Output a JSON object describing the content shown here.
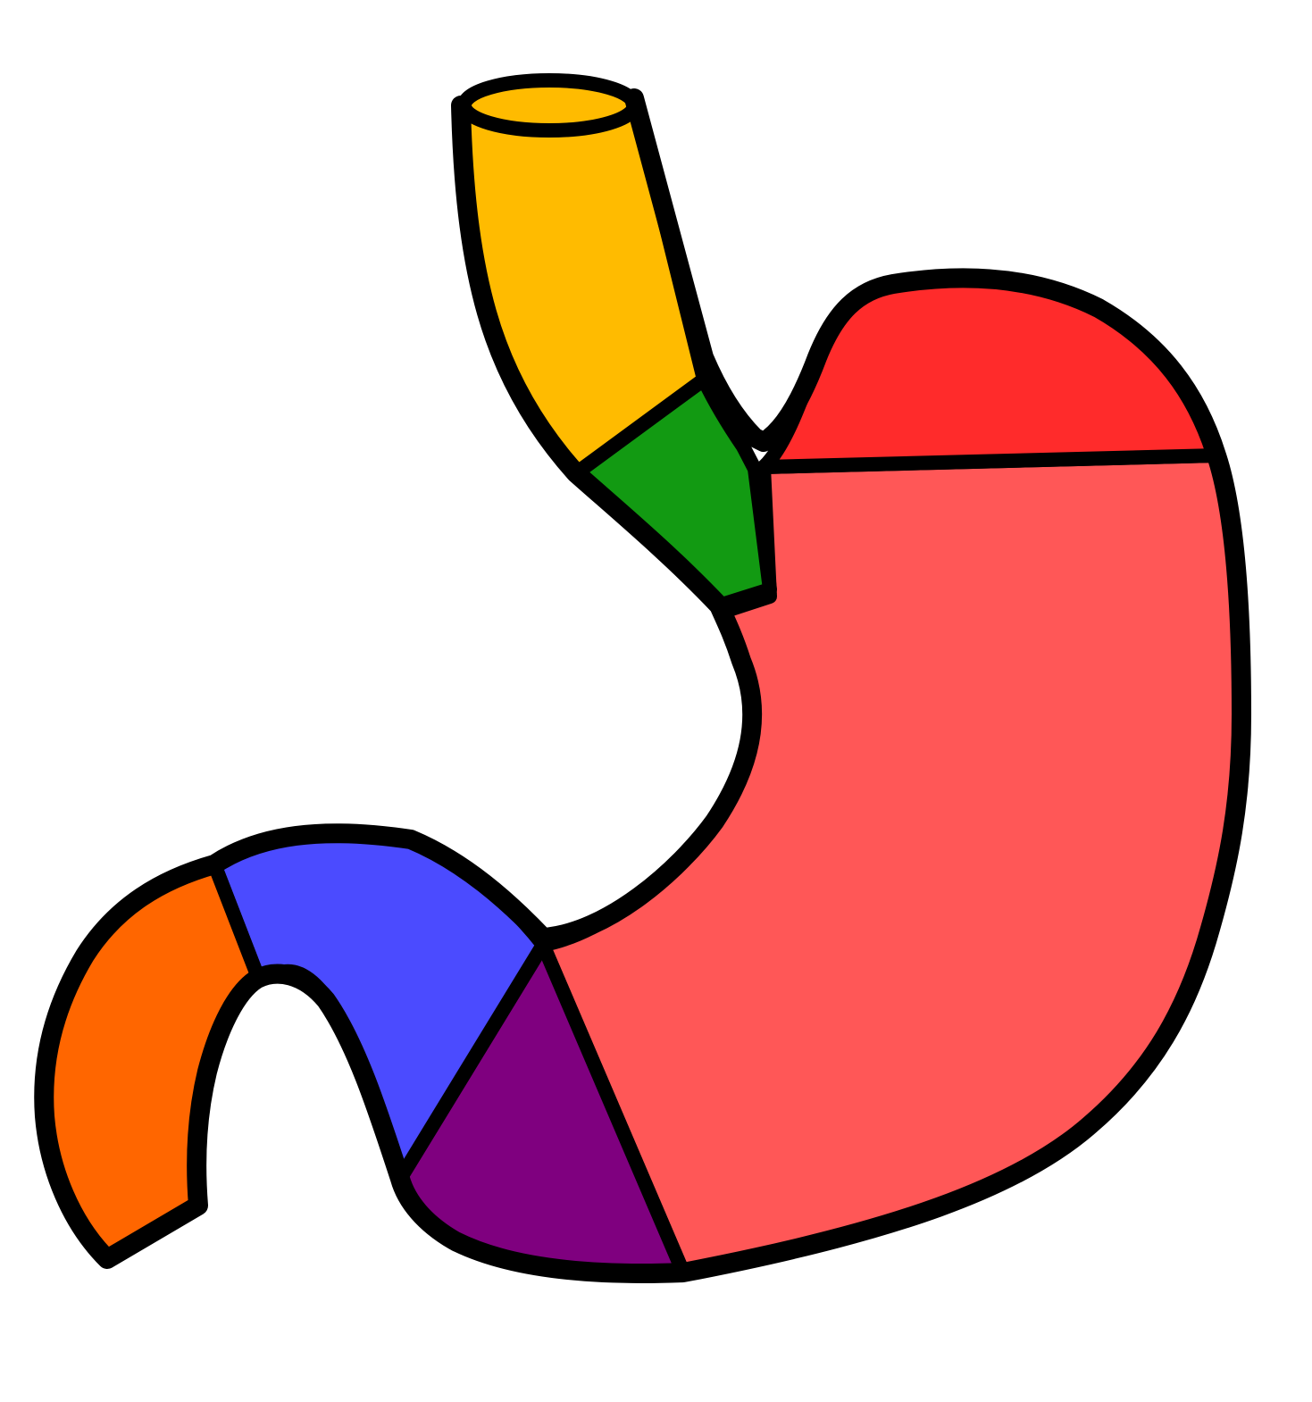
{
  "diagram": {
    "subject": "stomach",
    "regions": [
      {
        "id": "esophagus",
        "color": "#FFBB00"
      },
      {
        "id": "cardia",
        "color": "#129A12"
      },
      {
        "id": "fundus",
        "color": "#FF2B2B"
      },
      {
        "id": "body",
        "color": "#FF5757"
      },
      {
        "id": "antrum",
        "color": "#7F007F"
      },
      {
        "id": "pylorus",
        "color": "#4B4BFF"
      },
      {
        "id": "duodenum",
        "color": "#FF6600"
      }
    ],
    "outline_color": "#000000",
    "background": "#FFFFFF"
  }
}
